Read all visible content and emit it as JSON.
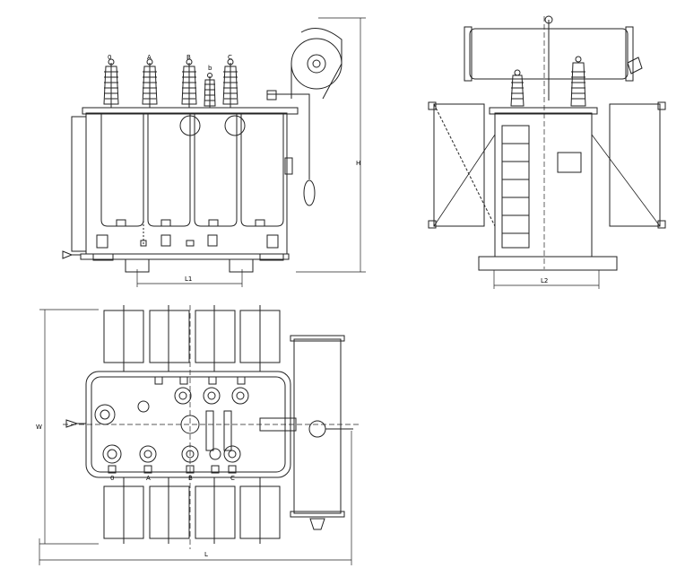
{
  "views": {
    "front": {
      "bushing_labels": [
        "0",
        "A",
        "B",
        "b",
        "C"
      ],
      "dimension_width": "L1",
      "dimension_height": "H"
    },
    "side": {
      "dimension_width": "L2"
    },
    "top": {
      "dimension_length": "L",
      "dimension_width": "W",
      "hv_labels": [
        "0",
        "A",
        "B",
        "C"
      ]
    }
  },
  "colors": {
    "line": "#222222",
    "paper": "#ffffff"
  }
}
